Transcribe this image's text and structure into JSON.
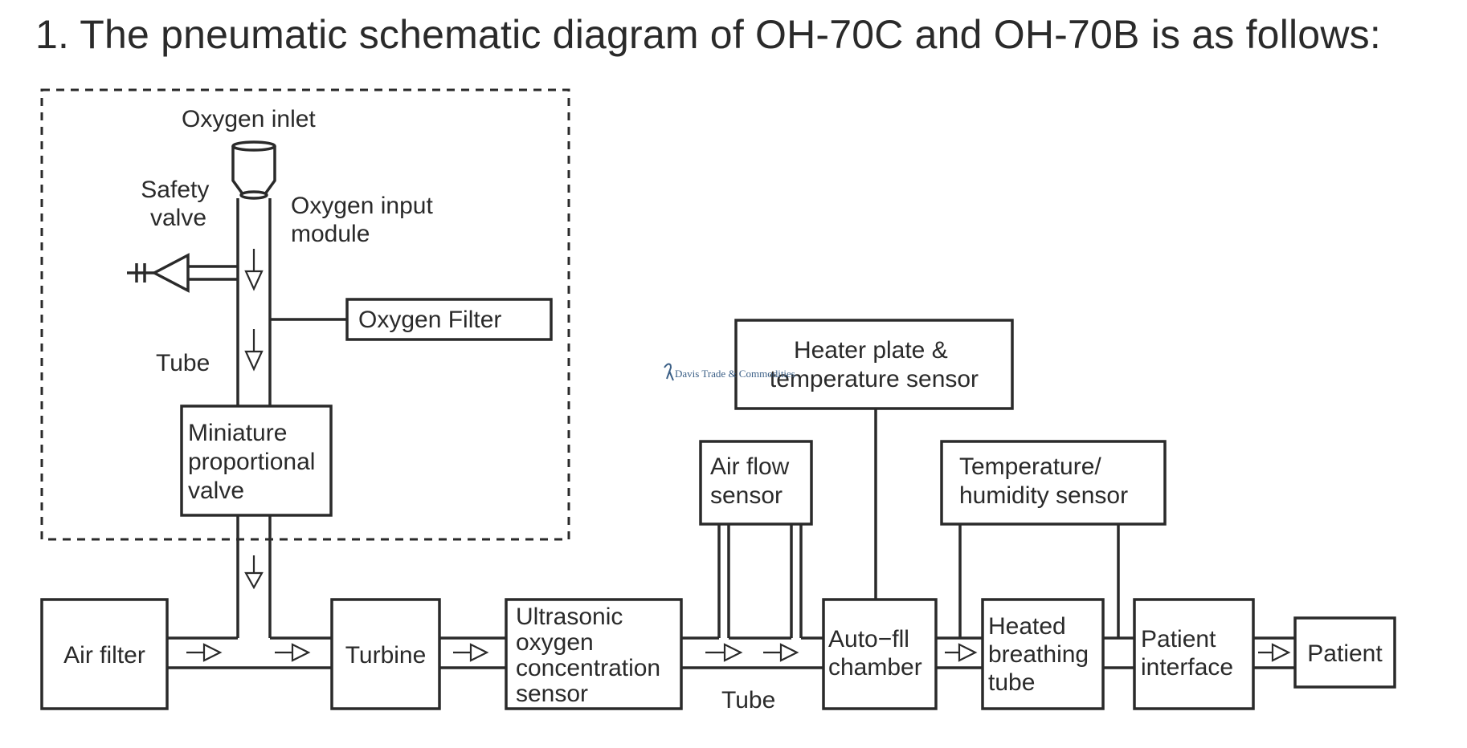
{
  "heading": "1. The pneumatic schematic diagram of OH-70C and OH-70B is as follows:",
  "watermark": "Davis Trade & Commodities",
  "labels": {
    "oxygen_inlet": "Oxygen inlet",
    "safety_valve": [
      "Safety",
      "valve"
    ],
    "oxygen_input_module": [
      "Oxygen input",
      "module"
    ],
    "tube_vertical": "Tube",
    "tube_horizontal": "Tube"
  },
  "components": {
    "oxygen_filter": [
      "Oxygen Filter"
    ],
    "proportional_valve": [
      "Miniature",
      "proportional",
      "valve"
    ],
    "air_filter": [
      "Air filter"
    ],
    "turbine": [
      "Turbine"
    ],
    "ultrasonic_sensor": [
      "Ultrasonic",
      "oxygen",
      "concentration",
      "sensor"
    ],
    "air_flow_sensor": [
      "Air flow",
      "sensor"
    ],
    "heater_plate": [
      "Heater plate &",
      "temperature sensor"
    ],
    "auto_fill_chamber": [
      "Auto−fll",
      "chamber"
    ],
    "temp_humidity_sensor": [
      "Temperature/",
      "humidity sensor"
    ],
    "heated_tube": [
      "Heated",
      "breathing",
      "tube"
    ],
    "patient_interface": [
      "Patient",
      "interface"
    ],
    "patient": [
      "Patient"
    ]
  },
  "colors": {
    "line": "#2a2a2a",
    "watermark": "#3b5f86",
    "background": "#ffffff"
  }
}
